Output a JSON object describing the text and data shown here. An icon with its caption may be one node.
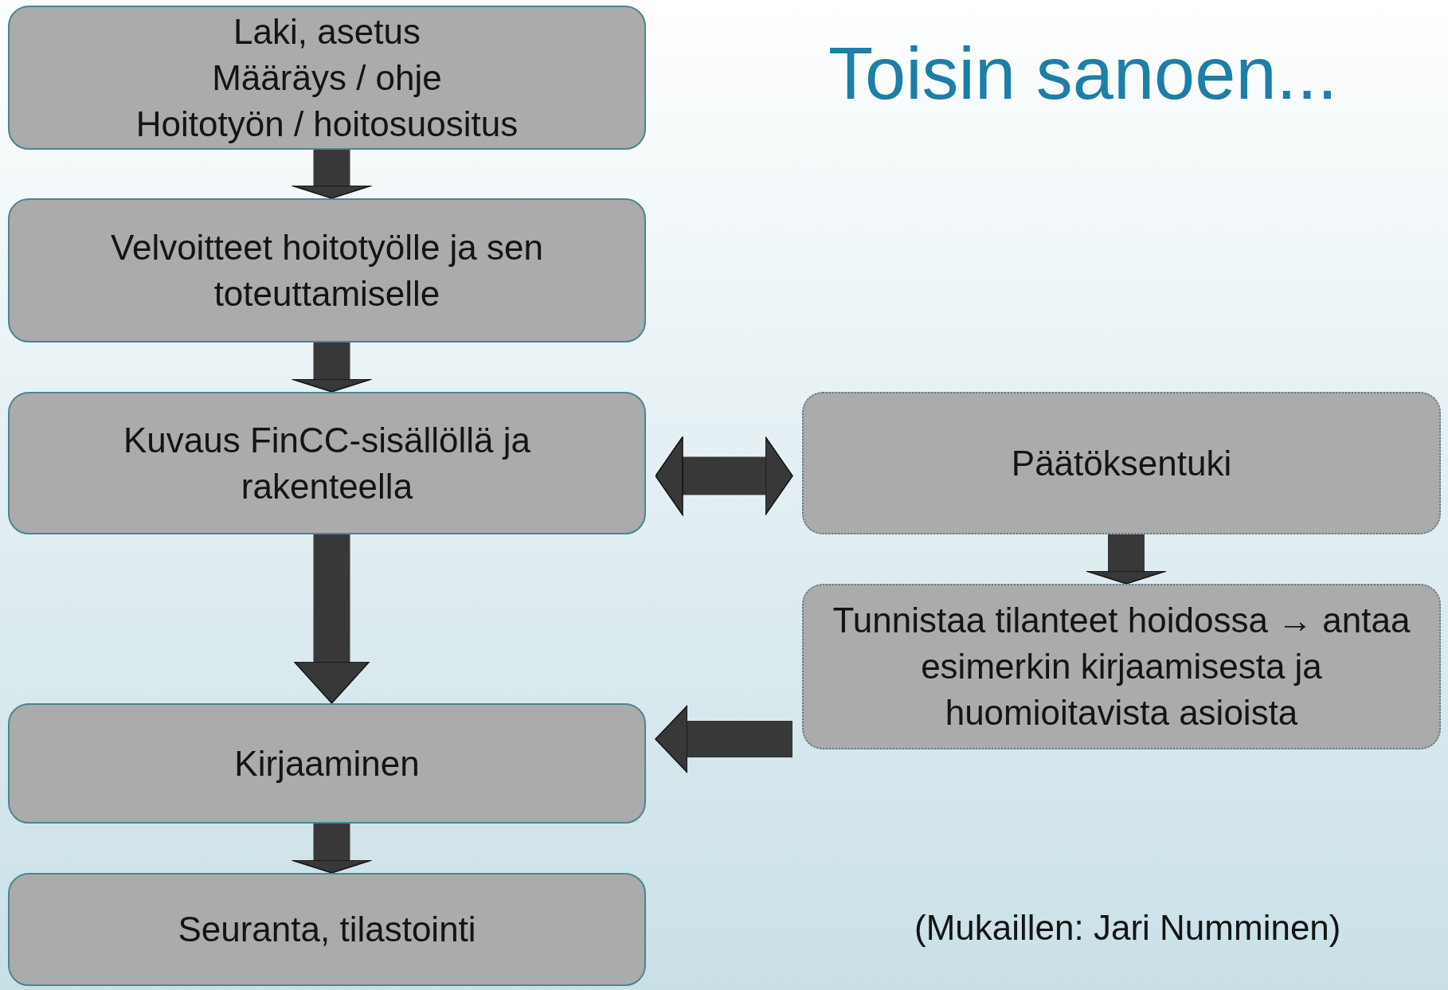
{
  "diagram": {
    "title": "Toisin sanoen...",
    "nodes": [
      {
        "text": [
          "Laki, asetus",
          "Määräys / ohje",
          "Hoitotyön / hoitosuositus"
        ]
      },
      {
        "text": [
          "Velvoitteet hoitotyölle ja sen toteuttamiselle"
        ]
      },
      {
        "text": [
          "Kuvaus FinCC-sisällöllä ja rakenteella"
        ]
      },
      {
        "text": [
          "Päätöksentuki"
        ]
      },
      {
        "text": [
          "Tunnistaa tilanteet hoidossa → antaa esimerkin kirjaamisesta ja huomioitavista asioista"
        ]
      },
      {
        "text": [
          "Kirjaaminen"
        ]
      },
      {
        "text": [
          "Seuranta, tilastointi"
        ]
      }
    ],
    "edges": [
      {
        "from": 0,
        "to": 1,
        "arrow": "to"
      },
      {
        "from": 1,
        "to": 2,
        "arrow": "to"
      },
      {
        "from": 2,
        "to": 3,
        "arrow": "both"
      },
      {
        "from": 2,
        "to": 5,
        "arrow": "to"
      },
      {
        "from": 3,
        "to": 4,
        "arrow": "to"
      },
      {
        "from": 4,
        "to": 5,
        "arrow": "to"
      },
      {
        "from": 5,
        "to": 6,
        "arrow": "to"
      }
    ],
    "labels": [
      "(Mukaillen: Jari Numminen)"
    ]
  }
}
